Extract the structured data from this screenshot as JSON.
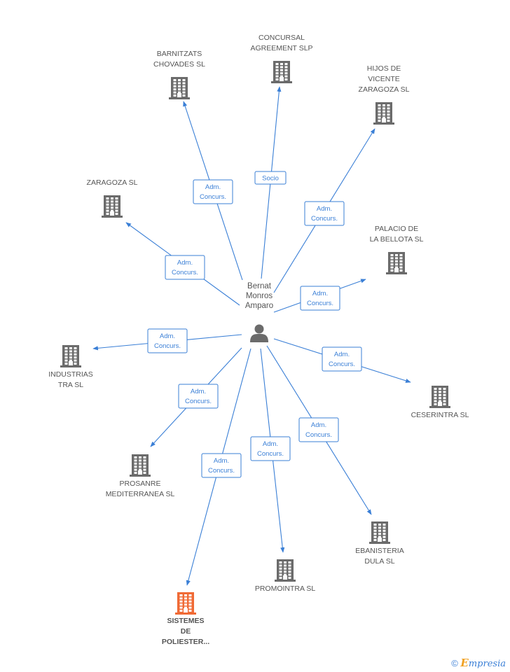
{
  "center": {
    "label": [
      "Bernat",
      "Monros",
      "Amparo"
    ],
    "icon": "person-icon"
  },
  "companies": [
    {
      "id": "barnitzats",
      "label": [
        "BARNITZATS",
        "CHOVADES SL"
      ],
      "role": [
        "Adm.",
        "Concurs."
      ],
      "icon": "building-icon"
    },
    {
      "id": "concursal",
      "label": [
        "CONCURSAL",
        "AGREEMENT  SLP"
      ],
      "role": [
        "Socio"
      ],
      "icon": "building-icon"
    },
    {
      "id": "hijos",
      "label": [
        "HIJOS DE",
        "VICENTE",
        "ZARAGOZA SL"
      ],
      "role": [
        "Adm.",
        "Concurs."
      ],
      "icon": "building-icon"
    },
    {
      "id": "zaragoza",
      "label": [
        "ZARAGOZA SL"
      ],
      "role": [
        "Adm.",
        "Concurs."
      ],
      "icon": "building-icon"
    },
    {
      "id": "palacio",
      "label": [
        "PALACIO DE",
        "LA BELLOTA SL"
      ],
      "role": [
        "Adm.",
        "Concurs."
      ],
      "icon": "building-icon"
    },
    {
      "id": "industrias",
      "label": [
        "INDUSTRIAS",
        "TRA SL"
      ],
      "role": [
        "Adm.",
        "Concurs."
      ],
      "icon": "building-icon"
    },
    {
      "id": "ceserintra",
      "label": [
        "CESERINTRA SL"
      ],
      "role": [
        "Adm.",
        "Concurs."
      ],
      "icon": "building-icon"
    },
    {
      "id": "prosanre",
      "label": [
        "PROSANRE",
        "MEDITERRANEA SL"
      ],
      "role": [
        "Adm.",
        "Concurs."
      ],
      "icon": "building-icon"
    },
    {
      "id": "sistemes",
      "label": [
        "SISTEMES",
        "DE",
        "POLIESTER..."
      ],
      "role": [
        "Adm.",
        "Concurs."
      ],
      "icon": "building-icon",
      "highlight": true,
      "color": "#f06a35"
    },
    {
      "id": "promointra",
      "label": [
        "PROMOINTRA SL"
      ],
      "role": [
        "Adm.",
        "Concurs."
      ],
      "icon": "building-icon"
    },
    {
      "id": "ebanisteria",
      "label": [
        "EBANISTERIA",
        "DULA SL"
      ],
      "role": [
        "Adm.",
        "Concurs."
      ],
      "icon": "building-icon"
    }
  ],
  "colors": {
    "edge": "#3a7fd6",
    "building": "#6b6b6b",
    "highlight": "#f06a35",
    "person": "#6b6b6b"
  },
  "footer": {
    "copyright": "©",
    "brand_first": "E",
    "brand_rest": "mpresia"
  }
}
